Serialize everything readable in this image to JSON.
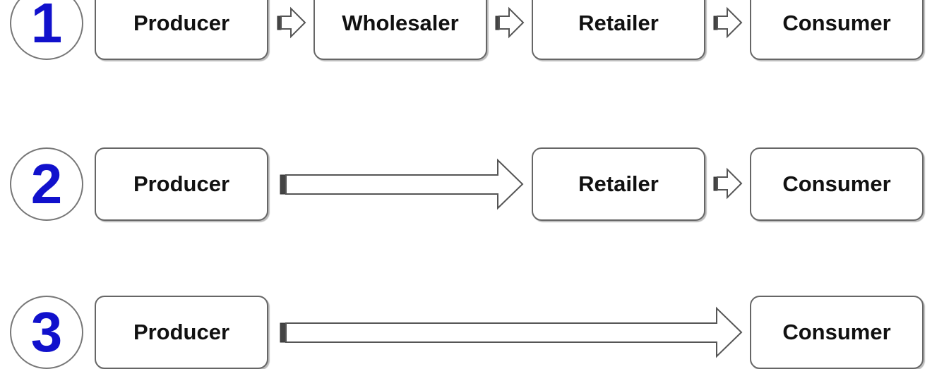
{
  "rows": [
    {
      "number": "1",
      "nodes": [
        "Producer",
        "Wholesaler",
        "Retailer",
        "Consumer"
      ]
    },
    {
      "number": "2",
      "nodes": [
        "Producer",
        "Retailer",
        "Consumer"
      ]
    },
    {
      "number": "3",
      "nodes": [
        "Producer",
        "Consumer"
      ]
    }
  ],
  "colors": {
    "number": "#1111cc",
    "text": "#111111",
    "border": "#666666"
  }
}
